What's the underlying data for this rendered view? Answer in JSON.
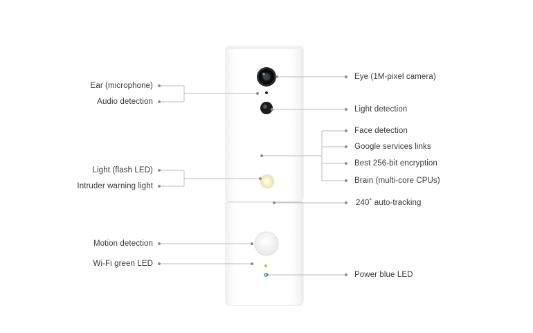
{
  "left_labels": {
    "ear": "Ear (microphone)",
    "audio": "Audio detection",
    "light_flash": "Light (flash LED)",
    "intruder": "Intruder warning light",
    "motion": "Motion detection",
    "wifi_led": "Wi-Fi green LED"
  },
  "right_labels": {
    "eye": "Eye (1M-pixel camera)",
    "light_detection": "Light detection",
    "face": "Face detection",
    "google": "Google services links",
    "encryption": "Best 256-bit encryption",
    "brain": "Brain (multi-core CPUs)",
    "tracking": "240˚ auto-tracking",
    "power_led": "Power blue LED"
  },
  "colors": {
    "leader_line": "#bdbdbd",
    "dot": "#8c8c8c",
    "device_body": "#fbfbfb",
    "device_edge": "#e6e6e6",
    "wifi_led": "#a8d24a",
    "power_led": "#5aa9e6",
    "flash_led": "#f3f0b8"
  }
}
